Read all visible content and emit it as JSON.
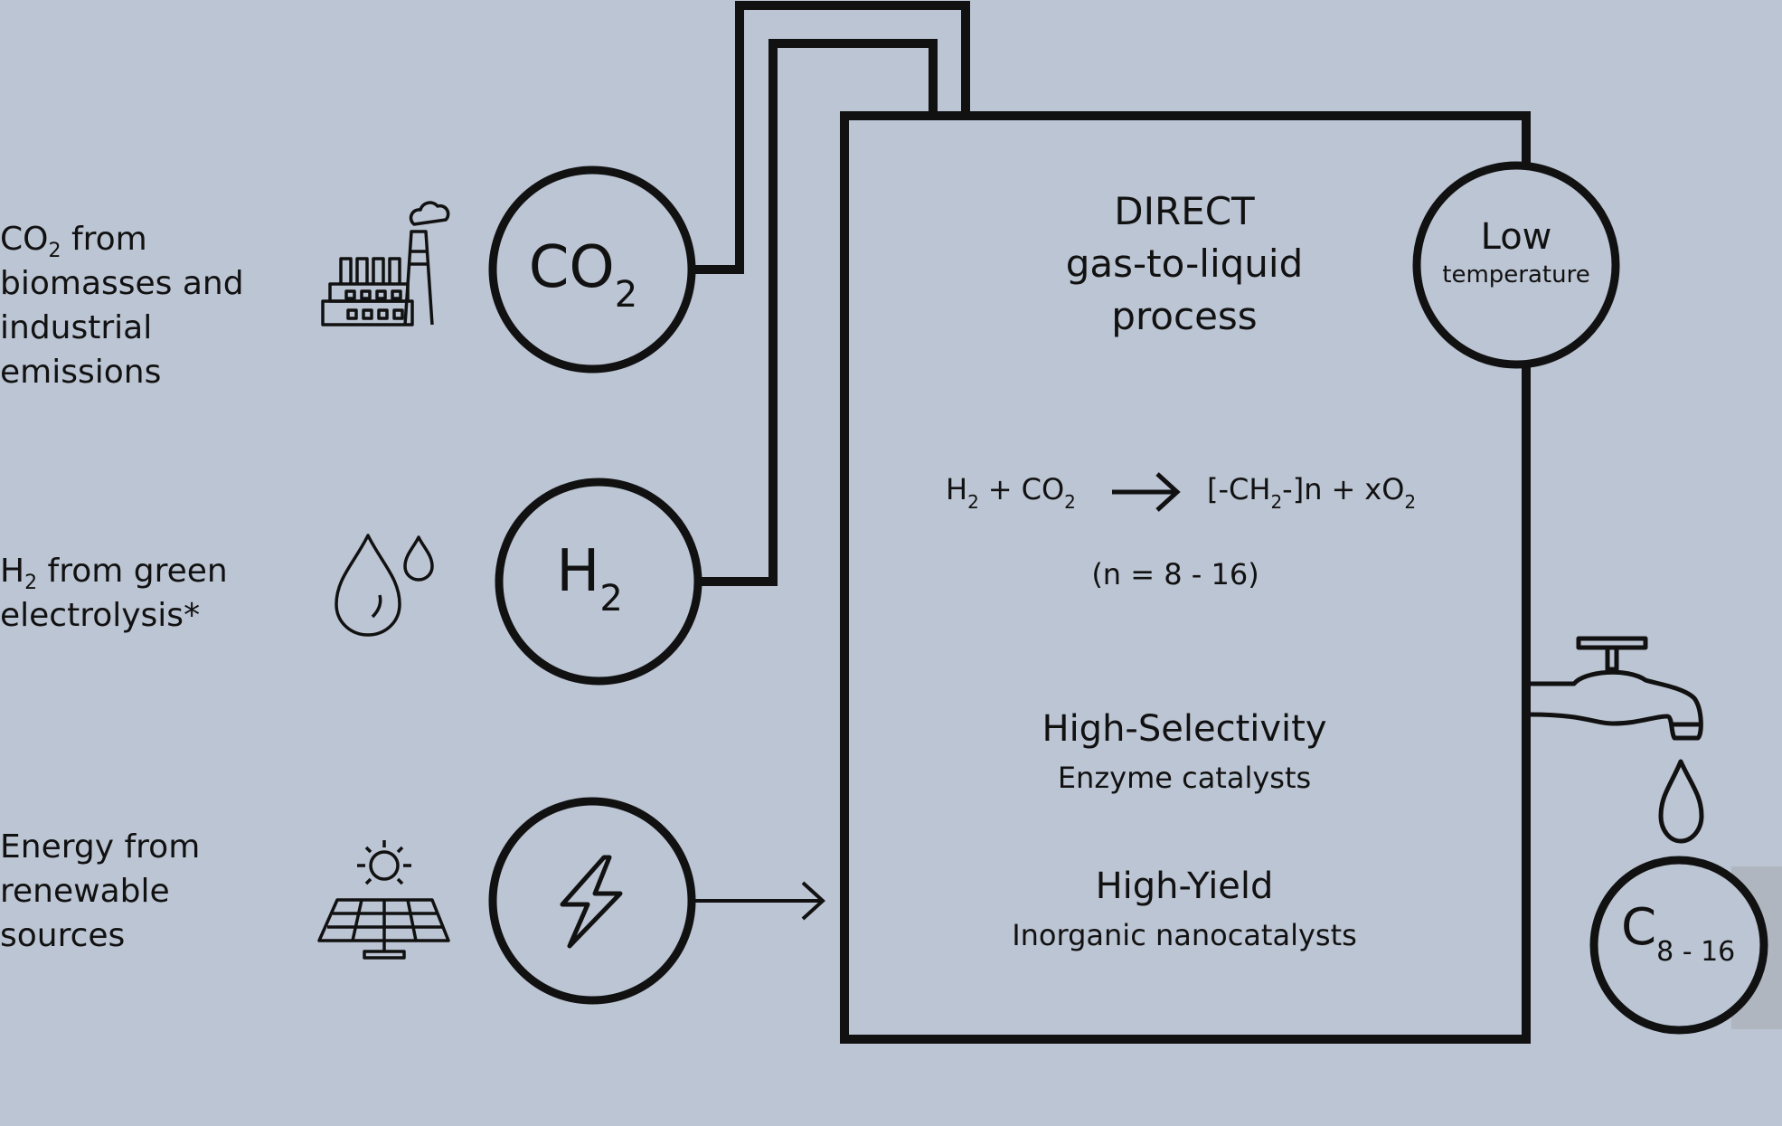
{
  "sources": {
    "co2": {
      "formula_main": "CO",
      "formula_sub": "2",
      "desc_rest": "from",
      "desc_lines": [
        "biomasses and",
        "industrial",
        "emissions"
      ]
    },
    "h2": {
      "formula_main": "H",
      "formula_sub": "2",
      "desc_rest": "from green",
      "desc_lines": [
        "electrolysis*"
      ]
    },
    "energy": {
      "desc_lines": [
        "Energy from",
        "renewable",
        "sources"
      ]
    }
  },
  "nodes": {
    "co2": {
      "main": "CO",
      "sub": "2"
    },
    "h2": {
      "main": "H",
      "sub": "2"
    },
    "energy_icon": "lightning-icon",
    "low_temp": {
      "line1": "Low",
      "line2": "temperature"
    },
    "product": {
      "main": "C",
      "sub": "8 - 16"
    }
  },
  "process": {
    "title_lines": [
      "DIRECT",
      "gas-to-liquid",
      "process"
    ],
    "reaction": {
      "h2_main": "H",
      "h2_sub": "2",
      "plus1": "+",
      "co2_main": "CO",
      "co2_sub": "2",
      "product_open": "[-CH",
      "product_sub": "2",
      "product_close": "-]n",
      "plus2": "+",
      "xo_main": "xO",
      "xo_sub": "2"
    },
    "n_range": "(n = 8 - 16)",
    "feature1_title": "High-Selectivity",
    "feature1_sub": "Enzyme catalysts",
    "feature2_title": "High-Yield",
    "feature2_sub": "Inorganic nanocatalysts"
  },
  "icons": [
    "factory-icon",
    "water-drops-icon",
    "solar-panel-icon",
    "faucet-icon",
    "drop-icon",
    "lightning-icon"
  ],
  "colors": {
    "background": "#bcc5d3",
    "stroke": "#111111"
  }
}
